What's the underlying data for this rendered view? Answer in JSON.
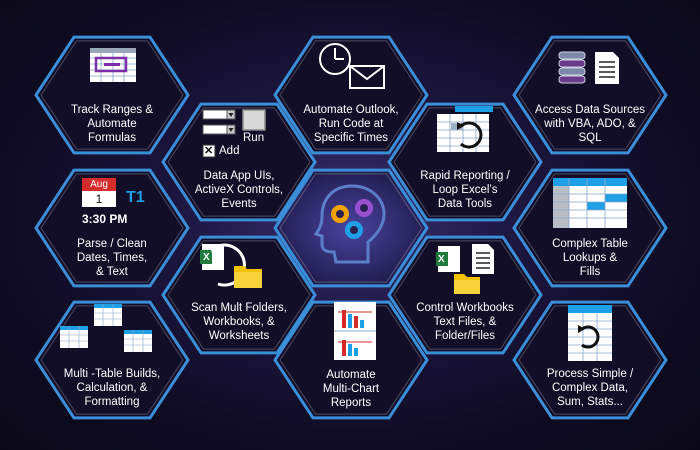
{
  "tiles": [
    {
      "id": "track-ranges",
      "lines": [
        "Track Ranges &",
        "Automate",
        "Formulas"
      ]
    },
    {
      "id": "data-app-uis",
      "lines": [
        "Data App UIs,",
        "ActiveX Controls,",
        "Events"
      ]
    },
    {
      "id": "automate-outlook",
      "lines": [
        "Automate Outlook,",
        "Run Code at",
        "Specific Times"
      ]
    },
    {
      "id": "rapid-reporting",
      "lines": [
        "Rapid Reporting /",
        "Loop Excel’s",
        "Data Tools"
      ]
    },
    {
      "id": "access-data",
      "lines": [
        "Access Data Sources",
        "with VBA, ADO, &",
        "SQL"
      ]
    },
    {
      "id": "parse-clean",
      "lines": [
        "Parse / Clean",
        "Dates, Times,",
        "& Text"
      ]
    },
    {
      "id": "scan-folders",
      "lines": [
        "Scan Mult Folders,",
        "Workbooks, &",
        "Worksheets"
      ]
    },
    {
      "id": "control-workbooks",
      "lines": [
        "Control  Workbooks",
        "Text Files, &",
        "Folder/Files"
      ]
    },
    {
      "id": "complex-lookups",
      "lines": [
        "Complex Table",
        "Lookups &",
        "Fills"
      ]
    },
    {
      "id": "multi-table",
      "lines": [
        "Multi -Table Builds,",
        "Calculation, &",
        "Formatting"
      ]
    },
    {
      "id": "multi-chart",
      "lines": [
        "Automate",
        "Multi-Chart",
        "Reports"
      ]
    },
    {
      "id": "process-simple",
      "lines": [
        "Process Simple /",
        "Complex Data,",
        "Sum, Stats..."
      ]
    }
  ],
  "icons": {
    "calendar_month": "Aug",
    "calendar_day": "1",
    "calendar_time": "3:30 PM",
    "calendar_t1": "T1",
    "ui_run": "Run",
    "ui_add": "Add",
    "ui_check": "✕",
    "excel_x": "X"
  },
  "colors": {
    "hex_border": "#3b8fd9",
    "accent_blue": "#1fa0e6",
    "excel_green": "#1f7a3c",
    "folder_yellow": "#f2c200",
    "red": "#d42b2b"
  }
}
